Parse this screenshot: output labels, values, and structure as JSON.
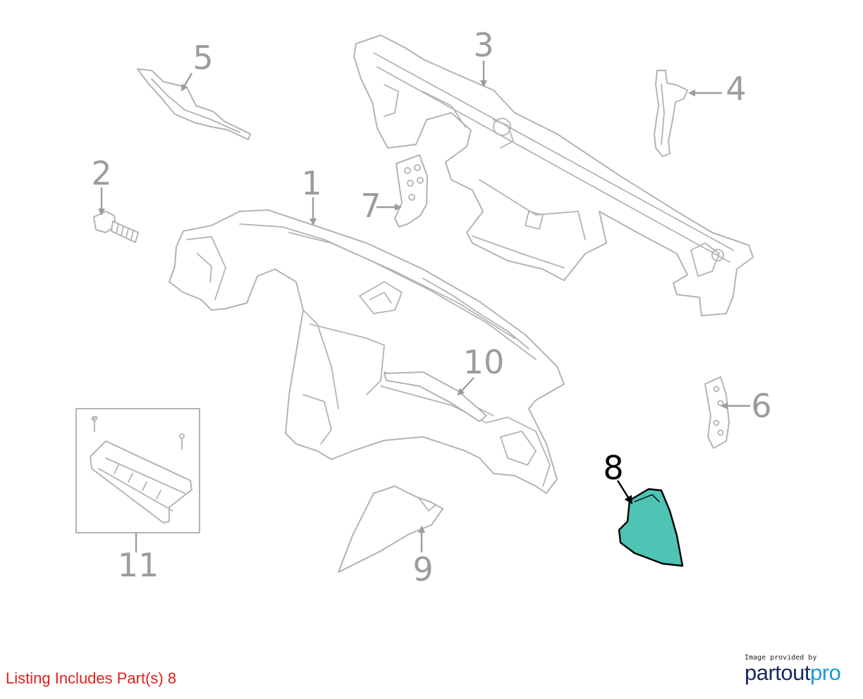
{
  "callouts": {
    "p1": "1",
    "p2": "2",
    "p3": "3",
    "p4": "4",
    "p5": "5",
    "p6": "6",
    "p7": "7",
    "p8": "8",
    "p9": "9",
    "p10": "10",
    "p11": "11"
  },
  "highlighted_part": "8",
  "colors": {
    "highlight": "#4fc3b4",
    "note": "#e0201f",
    "line": "#b3b3b3",
    "label": "#9c9c9c"
  },
  "footer": {
    "listing_note": "Listing Includes Part(s) 8",
    "credit_line": "Image provided by",
    "brand_main": "partout",
    "brand_accent": "pro"
  }
}
